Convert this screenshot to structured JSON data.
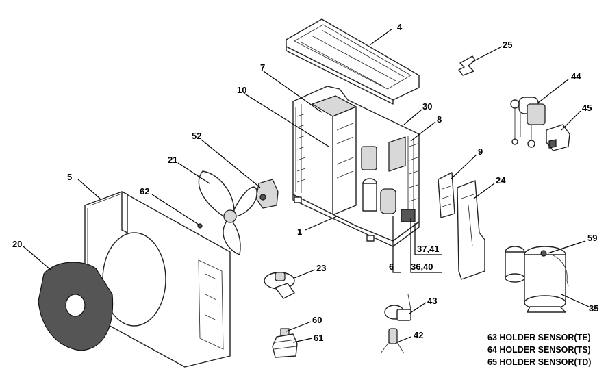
{
  "callouts": {
    "c4": "4",
    "c25": "25",
    "c7": "7",
    "c10": "10",
    "c30": "30",
    "c44": "44",
    "c45": "45",
    "c8": "8",
    "c52": "52",
    "c21": "21",
    "c9": "9",
    "c24": "24",
    "c5": "5",
    "c62": "62",
    "c1": "1",
    "c3741": "37,41",
    "c6": "6",
    "c3640": "36,40",
    "c20": "20",
    "c23": "23",
    "c59": "59",
    "c35": "35",
    "c43": "43",
    "c60": "60",
    "c42": "42",
    "c61": "61"
  },
  "legend": [
    "63  HOLDER SENSOR(TE)",
    "64  HOLDER SENSOR(TS)",
    "65  HOLDER SENSOR(TD)"
  ]
}
